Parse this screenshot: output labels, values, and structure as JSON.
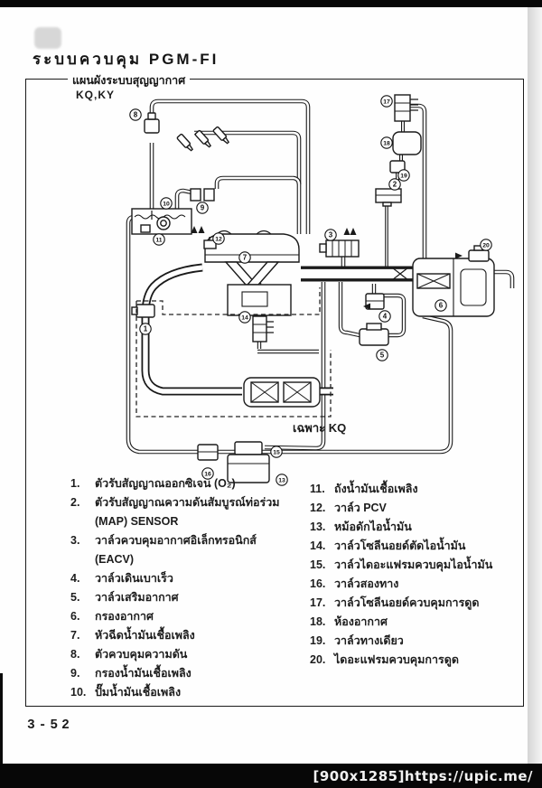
{
  "page": {
    "title": "ระบบควบคุม PGM-FI",
    "box_label": "แผนผังระบบสุญญากาศ",
    "variant_label": "KQ,KY",
    "diagram_note": "เฉพาะ KQ",
    "page_number": "3-52",
    "watermark": "[900x1285]https://upic.me/"
  },
  "legend": {
    "left": [
      {
        "num": "1.",
        "text": "ตัวรับสัญญาณออกซิเจน (O₂)"
      },
      {
        "num": "2.",
        "text": "ตัวรับสัญญาณความดันสัมบูรณ์ท่อร่วม"
      },
      {
        "num": "",
        "text": "(MAP) SENSOR"
      },
      {
        "num": "3.",
        "text": "วาล์วควบคุมอากาศอิเล็กทรอนิกส์"
      },
      {
        "num": "",
        "text": "(EACV)"
      },
      {
        "num": "4.",
        "text": "วาล์วเดินเบาเร็ว"
      },
      {
        "num": "5.",
        "text": "วาล์วเสริมอากาศ"
      },
      {
        "num": "6.",
        "text": "กรองอากาศ"
      },
      {
        "num": "7.",
        "text": "หัวฉีดน้ำมันเชื้อเพลิง"
      },
      {
        "num": "8.",
        "text": "ตัวควบคุมความดัน"
      },
      {
        "num": "9.",
        "text": "กรองน้ำมันเชื้อเพลิง"
      },
      {
        "num": "10.",
        "text": "ปั๊มน้ำมันเชื้อเพลิง"
      }
    ],
    "right": [
      {
        "num": "11.",
        "text": "ถังน้ำมันเชื้อเพลิง"
      },
      {
        "num": "12.",
        "text": "วาล์ว PCV"
      },
      {
        "num": "13.",
        "text": "หม้อดักไอน้ำมัน"
      },
      {
        "num": "14.",
        "text": "วาล์วโซลีนอยด์ตัดไอน้ำมัน"
      },
      {
        "num": "15.",
        "text": "วาล์วไดอะแฟรมควบคุมไอน้ำมัน"
      },
      {
        "num": "16.",
        "text": "วาล์วสองทาง"
      },
      {
        "num": "17.",
        "text": "วาล์วโซลีนอยด์ควบคุมการดูด"
      },
      {
        "num": "18.",
        "text": "ห้องอากาศ"
      },
      {
        "num": "19.",
        "text": "วาล์วทางเดียว"
      },
      {
        "num": "20.",
        "text": "ไดอะแฟรมควบคุมการดูด"
      }
    ]
  },
  "diagram": {
    "callouts": [
      "1",
      "2",
      "3",
      "4",
      "5",
      "6",
      "7",
      "8",
      "9",
      "10",
      "11",
      "12",
      "13",
      "14",
      "15",
      "16",
      "17",
      "18",
      "19",
      "20"
    ]
  },
  "colors": {
    "ink": "#1a1a1a",
    "paper": "#fefefe"
  }
}
